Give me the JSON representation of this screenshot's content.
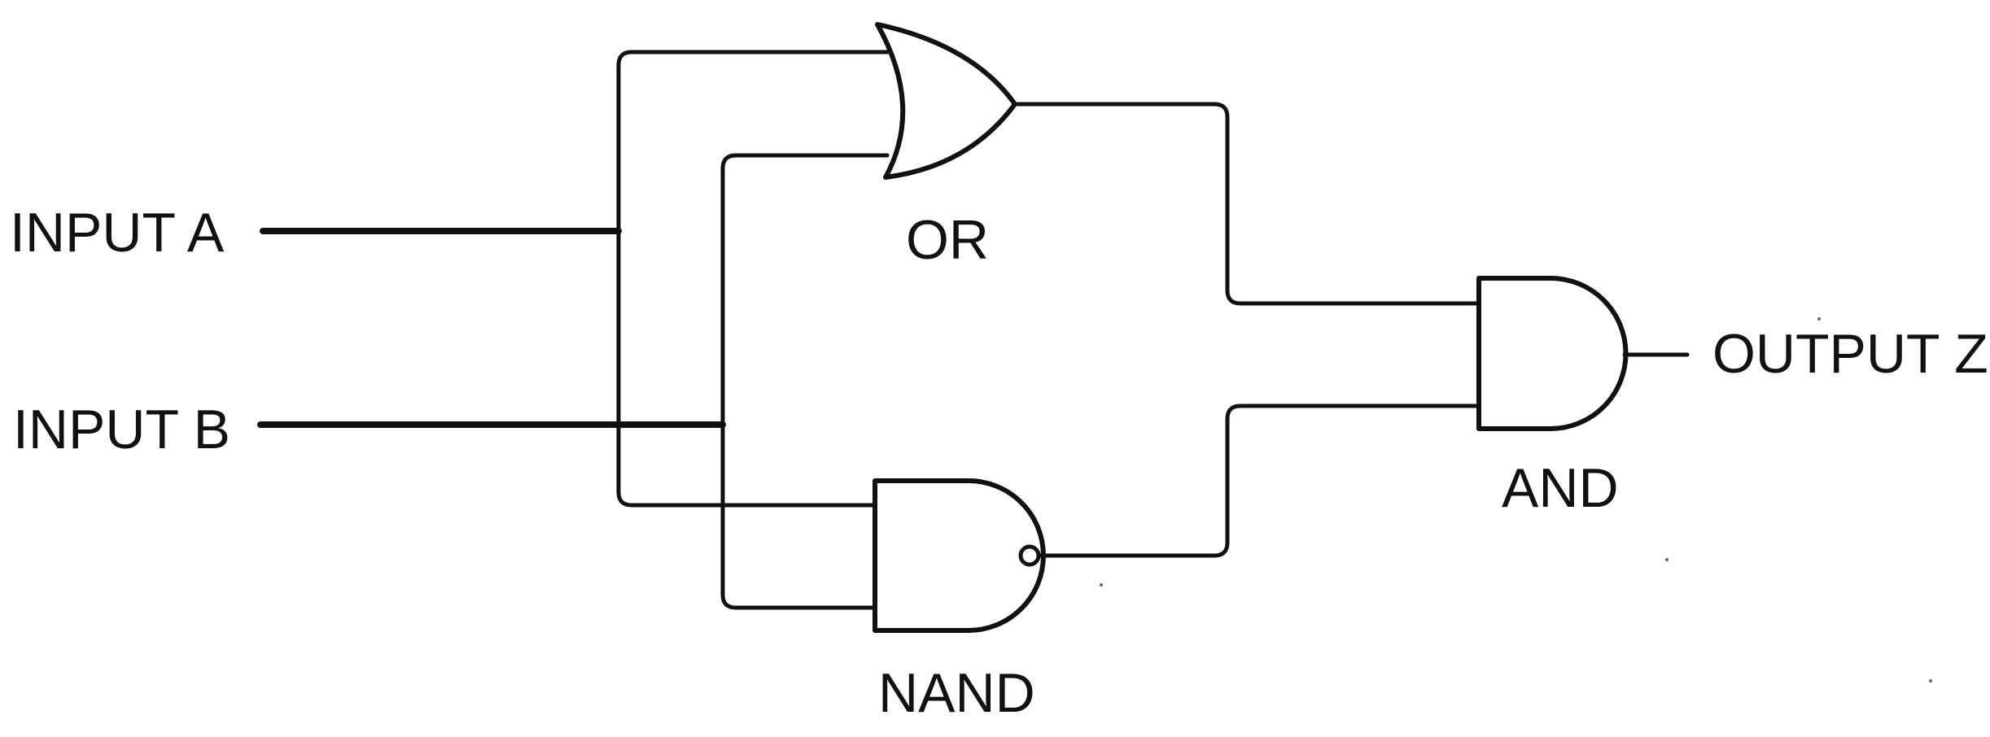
{
  "inputs": {
    "a": "INPUT A",
    "b": "INPUT B"
  },
  "output": {
    "z": "OUTPUT Z"
  },
  "gates": {
    "or": "OR",
    "nand": "NAND",
    "and": "AND"
  }
}
